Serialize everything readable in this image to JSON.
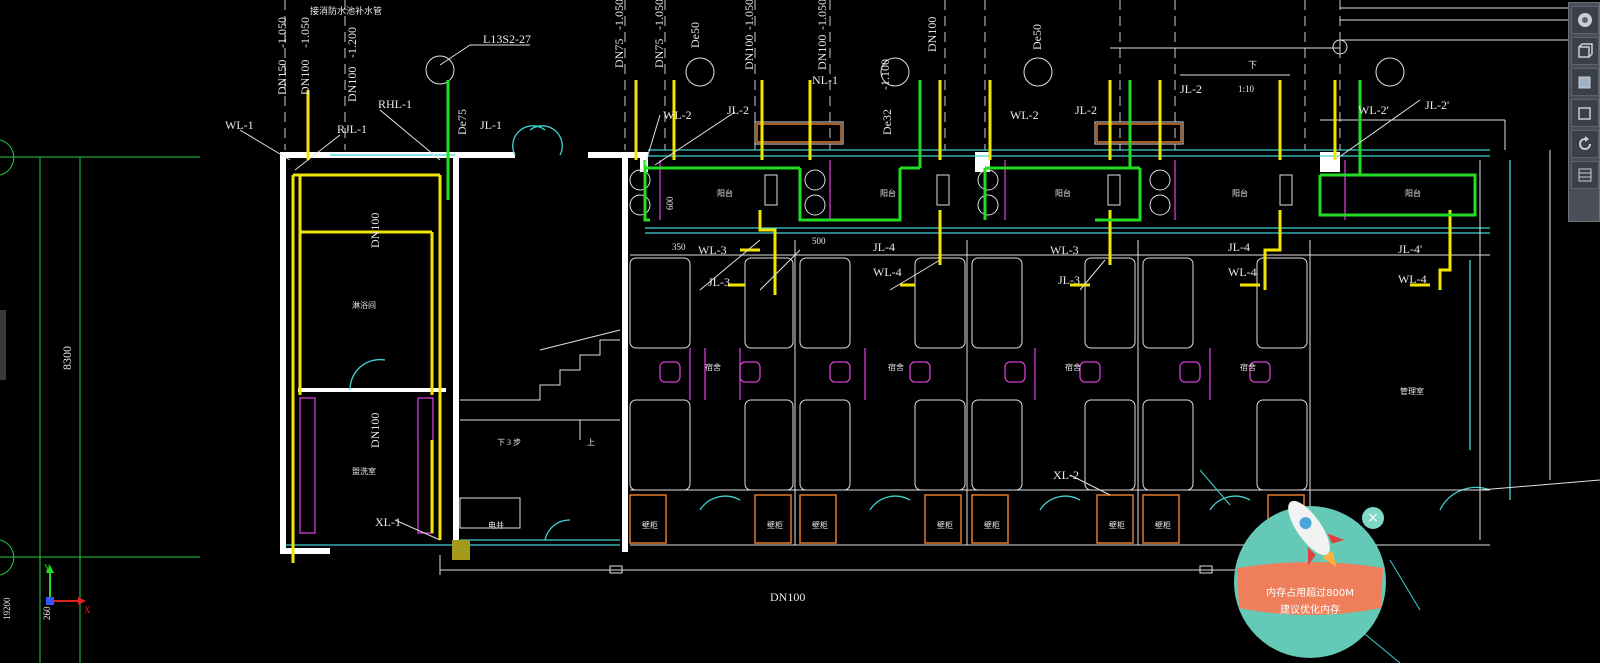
{
  "drawing": {
    "labels_top": [
      "DN150",
      "-1.050",
      "DN100",
      "-1.050",
      "DN100",
      "-1.200",
      "DN75",
      "-1.050",
      "DN75",
      "-1.050",
      "De50",
      "DN100",
      "-1.050",
      "DN100",
      "-1.050",
      "-1.100",
      "DN100",
      "De50"
    ],
    "tag_L13S2": "L13S2-27",
    "tag_WL1": "WL-1",
    "tag_RJL1": "RJL-1",
    "tag_RHL1": "RHL-1",
    "tag_De75": "De75",
    "tag_JL1": "JL-1",
    "tag_WL2": "WL-2",
    "tag_JL2": "JL-2",
    "tag_NL1": "NL-1",
    "tag_De32": "De32",
    "tag_WL2b": "WL-2",
    "tag_JL2b": "JL-2",
    "tag_JL2c": "JL-2",
    "tag_WL2p": "WL-2'",
    "tag_JL2p": "JL-2'",
    "tag_WL3": "WL-3",
    "tag_JL3": "JL-3",
    "tag_JL4": "JL-4",
    "tag_WL4": "WL-4",
    "tag_WL3b": "WL-3",
    "tag_JL3b": "JL-3",
    "tag_JL4b": "JL-4",
    "tag_WL4b": "WL-4",
    "tag_JL4p": "JL-4'",
    "tag_WL4p": "WL-4",
    "tag_XL1": "XL-1",
    "tag_XL2": "XL-2",
    "slope": "1:10",
    "down_arrow": "下",
    "dim_600": "600",
    "dim_350": "350",
    "dim_500": "500",
    "dim_8300": "8300",
    "dim_19200": "19200",
    "dim_260": "260",
    "pipe_DN100_v1": "DN100",
    "pipe_DN100_v2": "DN100",
    "pipe_DN100_h": "DN100",
    "room_bath": "淋浴间",
    "room_wash": "盥洗室",
    "room_dorm": "宿舍",
    "room_balcony": "阳台",
    "room_mgmt": "管理室",
    "room_elec": "电井",
    "room_cabinet": "壁柜",
    "stairs_down": "下 3 步",
    "stairs_up": "上",
    "top_note": "接消防水池补水管",
    "ucs_x": "X",
    "ucs_y": "Y"
  },
  "popup": {
    "line1": "内存占用超过800M",
    "line2": "建议优化内存",
    "close_label": "×"
  },
  "colors": {
    "yellow_pipe": "#f2e600",
    "green_pipe": "#22dd22",
    "cyan": "#3fd4d4",
    "white": "#ffffff",
    "magenta": "#d43fd4",
    "orange": "#e07a2a",
    "popup_teal": "#64c9b7",
    "popup_orange": "#ef7f5a"
  }
}
